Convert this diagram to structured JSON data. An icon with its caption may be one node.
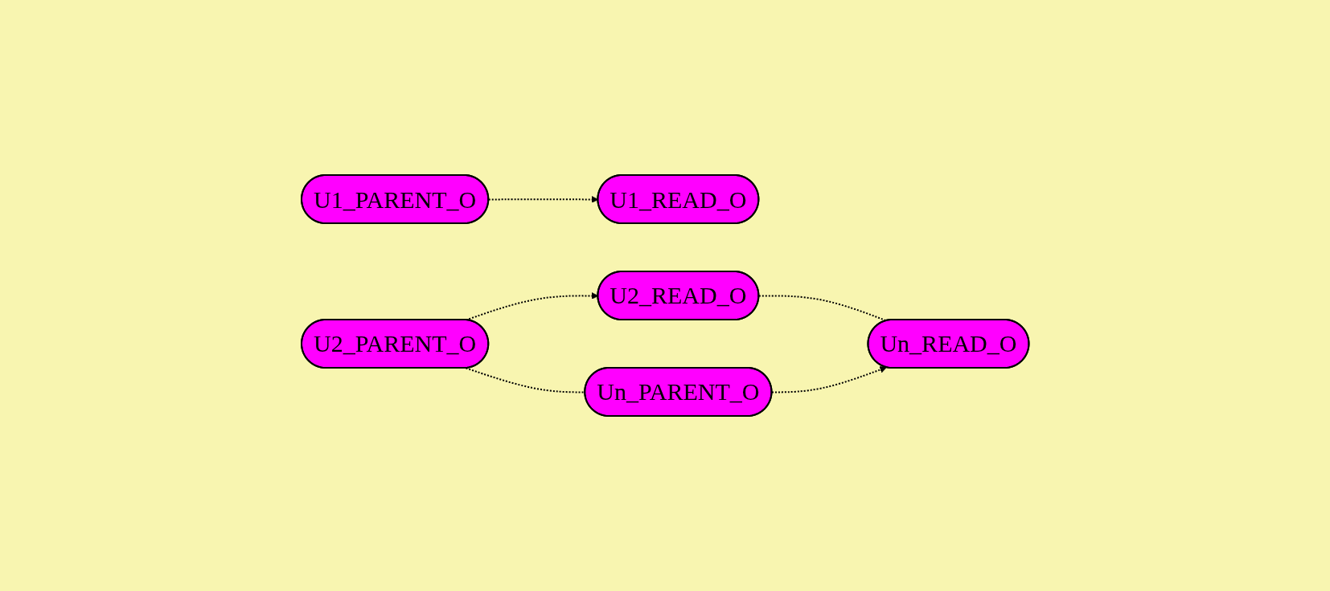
{
  "diagram": {
    "nodes": [
      {
        "text": [
          "U1_PARENT_O"
        ]
      },
      {
        "text": [
          "U1_READ_O"
        ]
      },
      {
        "text": [
          "U2_PARENT_O"
        ]
      },
      {
        "text": [
          "U2_READ_O"
        ]
      },
      {
        "text": [
          "Un_PARENT_O"
        ]
      },
      {
        "text": [
          "Un_READ_O"
        ]
      }
    ],
    "edges": [
      {
        "from": 0,
        "to": 1,
        "arrow": "to",
        "style": "dashed"
      },
      {
        "from": 2,
        "to": 3,
        "arrow": "to",
        "style": "dashed"
      },
      {
        "from": 2,
        "to": 4,
        "arrow": "none",
        "style": "dashed"
      },
      {
        "from": 3,
        "to": 5,
        "arrow": "none",
        "style": "dashed"
      },
      {
        "from": 4,
        "to": 5,
        "arrow": "to",
        "style": "dashed"
      }
    ]
  }
}
